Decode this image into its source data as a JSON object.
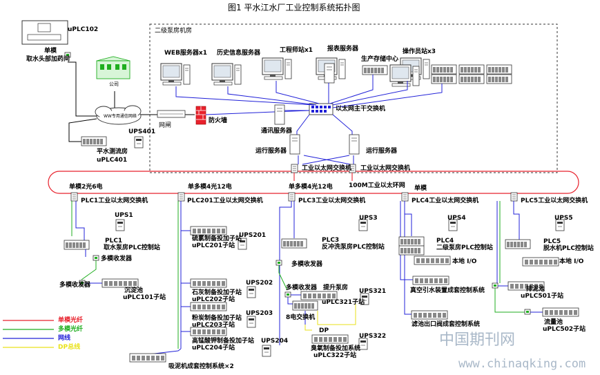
{
  "title": "图1 平水江水厂工业控制系统拓扑图",
  "region": "二级泵房机房",
  "labels": {
    "uplc102": "uPLC102",
    "danmo_top": "单模",
    "intake": "取水头部加药间",
    "gongsi": "公司",
    "wan": "WW专用通信网络",
    "ups401": "UPS401",
    "pingshui": "平水测流房",
    "uplc401": "uPLC401",
    "wangzha": "网闸",
    "firewall": "防火墙",
    "web": "WEB服务器x1",
    "history": "历史信息服务器",
    "eng": "工程师站x1",
    "report": "报表服务器",
    "storage": "生产存储中心",
    "operator": "操作员站x3",
    "mainswitch": "以太网主干交换机",
    "comm": "通讯服务器",
    "run_left": "运行服务器",
    "run_right": "运行服务器",
    "ind_sw_left": "工业以太网交换机",
    "ind_sw_right": "工业以太网交换机",
    "ring": "100M工业以太环网",
    "ring1": "单模2光6电",
    "ring2": "单多模4光12电",
    "ring3": "单多模4光12电",
    "ring4": "单模",
    "plc1_sw": "PLC1工业以太网交换机",
    "plc201_sw": "PLC201工业以太网交换机",
    "plc3_sw": "PLC3工业以太网交换机",
    "plc4_sw": "PLC4工业以太网交换机",
    "plc5_sw": "PLC5工业以太网交换机",
    "ups1": "UPS1",
    "plc1": "PLC1",
    "plc1_desc": "取水泵房PLC控制站",
    "multi_tr1": "多模收发器",
    "multi_tr2": "多模收发器",
    "sedi": "沉淀池",
    "uplc101": "uPLC101子站",
    "ups201": "UPS201",
    "s201a": "硫氯制备投加子站",
    "s201b": "uPLC201子站",
    "ups202": "UPS202",
    "s202a": "石灰制备投加子站",
    "s202b": "uPLC202子站",
    "ups203": "UPS203",
    "s203a": "粉炭制备投加子站",
    "s203b": "uPLC203子站",
    "ups204": "UPS204",
    "s204a": "高锰酸钾制备投加子站",
    "s204b": "uPLC204子站",
    "sludge": "吸泥机成套控制系统×2",
    "ups3": "UPS3",
    "plc3": "PLC3",
    "plc3_desc": "反冲洗泵房PLC控制站",
    "multi_tr3": "多模收发器",
    "multi_tr4": "多模收发器",
    "lift_a": "提升泵房",
    "lift_b": "uPLC321子站",
    "ups321": "UPS321",
    "sw8": "8电交换机",
    "dp": "DP",
    "ups322": "UPS322",
    "ozone_a": "臭氧制备投加系统",
    "ozone_b": "uPLC322子站",
    "ups4": "UPS4",
    "plc4": "PLC4",
    "plc4_desc": "二级泵房PLC控制站",
    "io4": "本地 I/O",
    "vacuum": "真空引水装置成套控制系统",
    "filter": "滤池出口阀成套控制系统",
    "ups5": "UPS5",
    "plc5": "PLC5",
    "plc5_desc": "脱水机PLC控制站",
    "io5": "本地 I/O",
    "thick_a": "排泥池",
    "thick_b": "uPLC501子站",
    "flow_a": "流量池",
    "flow_b": "uPLC502子站"
  },
  "legend": [
    {
      "label": "单模光纤",
      "color": "#e8212c"
    },
    {
      "label": "多模光纤",
      "color": "#1fae1f"
    },
    {
      "label": "网线",
      "color": "#2020d8"
    },
    {
      "label": "DP总线",
      "color": "#e9e21a"
    }
  ],
  "watermark": {
    "cn": "中国期刊网",
    "url": "www.chinaqking.com"
  }
}
